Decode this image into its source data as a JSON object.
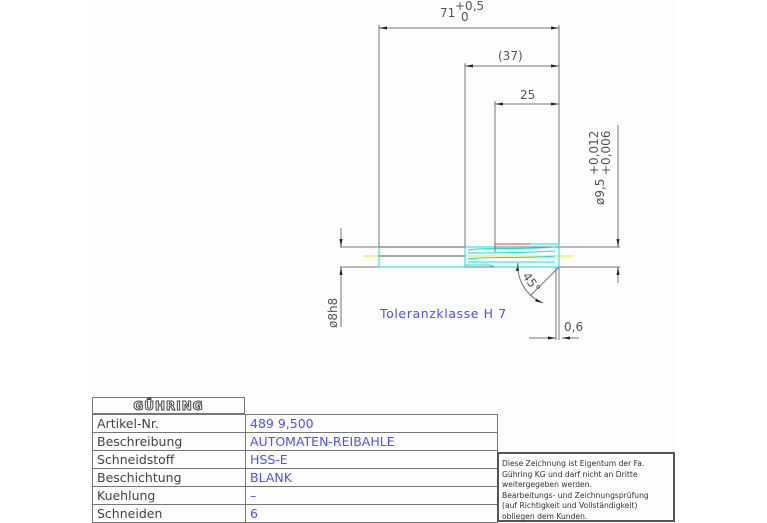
{
  "drawing": {
    "dim_total_length": "71",
    "dim_total_tol_upper": "+0,5",
    "dim_total_tol_lower": "0",
    "dim_reference_length": "(37)",
    "dim_flute_length": "25",
    "dim_cutting_diameter": "ø9,5",
    "dim_cutting_tol_upper": "+0,012",
    "dim_cutting_tol_lower": "+0,006",
    "dim_shank_diameter": "ø8h8",
    "dim_chamfer_angle": "45°",
    "dim_chamfer_length": "0,6",
    "tolerance_class": "Toleranzklasse H 7"
  },
  "title_block": {
    "logo": "GÜHRING",
    "rows": [
      {
        "label": "Artikel-Nr.",
        "value": "489 9,500"
      },
      {
        "label": "Beschreibung",
        "value": "AUTOMATEN-REIBAHLE"
      },
      {
        "label": "Schneidstoff",
        "value": "HSS-E"
      },
      {
        "label": "Beschichtung",
        "value": "BLANK"
      },
      {
        "label": "Kuehlung",
        "value": "–"
      },
      {
        "label": "Schneiden",
        "value": "6"
      }
    ],
    "note_lines": [
      "Diese Zeichnung ist Eigentum der Fa.",
      "Gühring KG und darf nicht an Dritte",
      "weitergegeben werden.",
      "Bearbeitungs- und Zeichnungsprüfung",
      "(auf Richtigkeit und Vollständigkeit)",
      "obliegen dem Kunden."
    ]
  },
  "colors": {
    "geometry": "#00e5e5",
    "centerline": "#f0f000",
    "text_blue": "#5050ff",
    "dim": "#555555"
  }
}
